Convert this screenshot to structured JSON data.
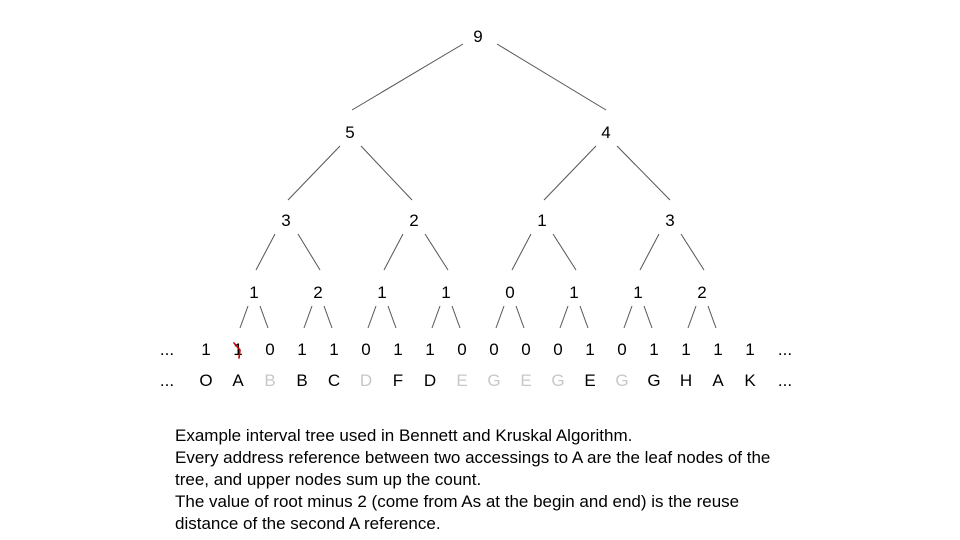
{
  "tree": {
    "levels": [
      [
        "9"
      ],
      [
        "5",
        "4"
      ],
      [
        "3",
        "2",
        "1",
        "3"
      ],
      [
        "1",
        "2",
        "1",
        "1",
        "0",
        "1",
        "1",
        "2"
      ]
    ],
    "leaf_values": [
      "...",
      "1",
      "1",
      "0",
      "1",
      "1",
      "0",
      "1",
      "1",
      "0",
      "0",
      "0",
      "0",
      "1",
      "0",
      "1",
      "1",
      "1",
      "1",
      "..."
    ],
    "leaf_labels": [
      "...",
      "O",
      "A",
      "B",
      "B",
      "C",
      "D",
      "F",
      "D",
      "E",
      "G",
      "E",
      "G",
      "E",
      "G",
      "G",
      "H",
      "A",
      "K",
      "..."
    ],
    "label_dimmed": [
      false,
      false,
      false,
      true,
      false,
      false,
      true,
      false,
      false,
      true,
      true,
      true,
      true,
      false,
      true,
      false,
      false,
      false,
      false,
      false
    ],
    "crossed_leaf_index": 2,
    "colors": {
      "text": "#000000",
      "dimmed": "#c8c8c8",
      "edge": "#555555",
      "cross_mark": "#cc0000"
    }
  },
  "caption": {
    "line1": "Example interval tree used in Bennett and Kruskal Algorithm.",
    "line2": "Every address reference between two accessings to A are the leaf nodes of the",
    "line3": "tree, and upper nodes sum up the count.",
    "line4": "The value of root minus 2 (come from As at the begin and end) is the reuse",
    "line5": "distance of the second A reference."
  }
}
